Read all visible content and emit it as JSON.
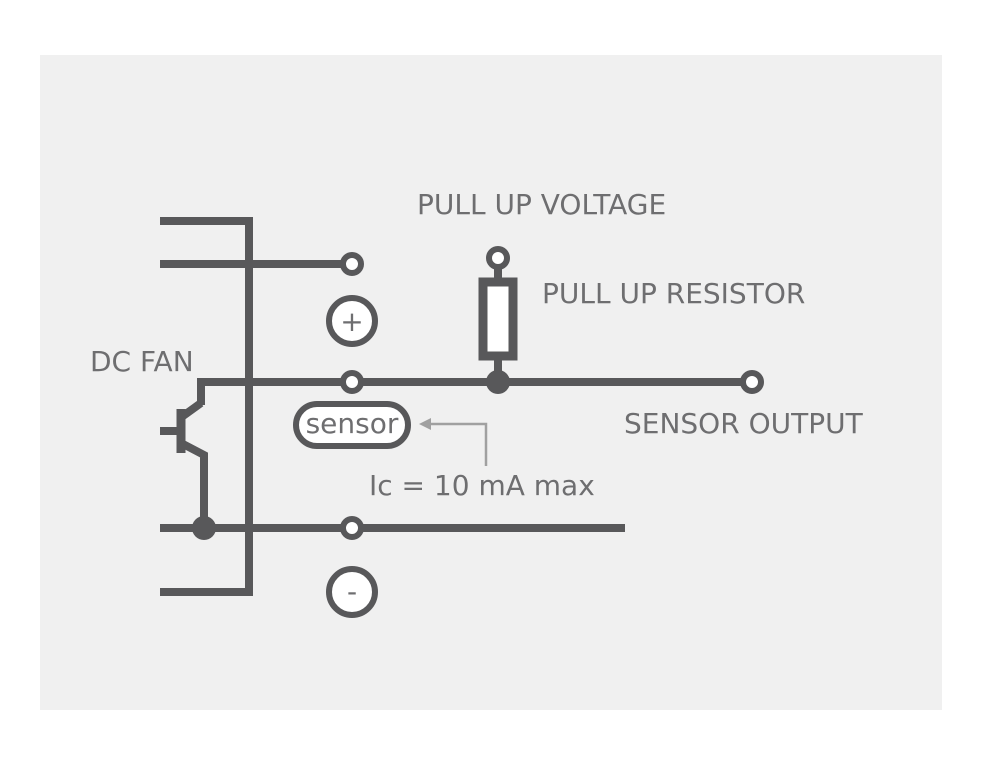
{
  "labels": {
    "pull_up_voltage": "PULL UP VOLTAGE",
    "pull_up_resistor": "PULL UP RESISTOR",
    "dc_fan": "DC FAN",
    "sensor_output": "SENSOR OUTPUT",
    "sensor": "sensor",
    "current_note": "Ic = 10 mA max",
    "plus": "+",
    "minus": "-"
  },
  "colors": {
    "wire": "#58585a",
    "text": "#6e6e70",
    "arrow": "#a0a0a0",
    "background": "#f0f0f0"
  }
}
